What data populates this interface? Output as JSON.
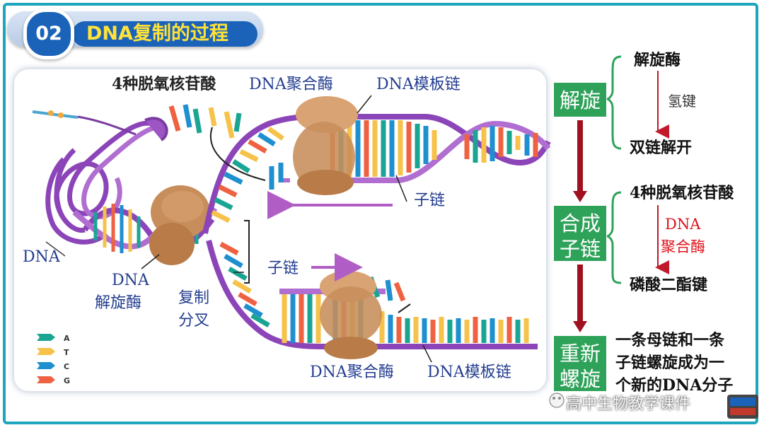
{
  "header": {
    "badge_number": "02",
    "title": "DNA复制的过程"
  },
  "diagram": {
    "labels": {
      "nucleotides": "4种脱氧核苷酸",
      "polymerase_top": "DNA聚合酶",
      "template_top": "DNA模板链",
      "daughter_top": "子链",
      "dna": "DNA",
      "helicase_l1": "DNA",
      "helicase_l2": "解旋酶",
      "fork_l1": "复制",
      "fork_l2": "分叉",
      "daughter_bottom": "子链",
      "polymerase_bottom": "DNA聚合酶",
      "template_bottom": "DNA模板链"
    },
    "legend": [
      {
        "letter": "A",
        "color": "#1aa593"
      },
      {
        "letter": "T",
        "color": "#f6c24a"
      },
      {
        "letter": "C",
        "color": "#1e8fcf"
      },
      {
        "letter": "G",
        "color": "#ee6242"
      }
    ]
  },
  "flowchart": {
    "steps": [
      {
        "line1": "解旋",
        "line2": ""
      },
      {
        "line1": "合成",
        "line2": "子链"
      },
      {
        "line1": "重新",
        "line2": "螺旋"
      }
    ],
    "step1": {
      "top": "解旋酶",
      "mid": "氢键",
      "bottom": "双链解开"
    },
    "step2": {
      "top": "4种脱氧核苷酸",
      "mid1": "DNA",
      "mid2": "聚合酶",
      "bottom": "磷酸二酯键"
    },
    "step3": {
      "line1": "一条母链和一条",
      "line2": "子链螺旋成为一",
      "line3": "个新的DNA分子"
    }
  },
  "watermark": {
    "text": "高中生物教学课件"
  }
}
